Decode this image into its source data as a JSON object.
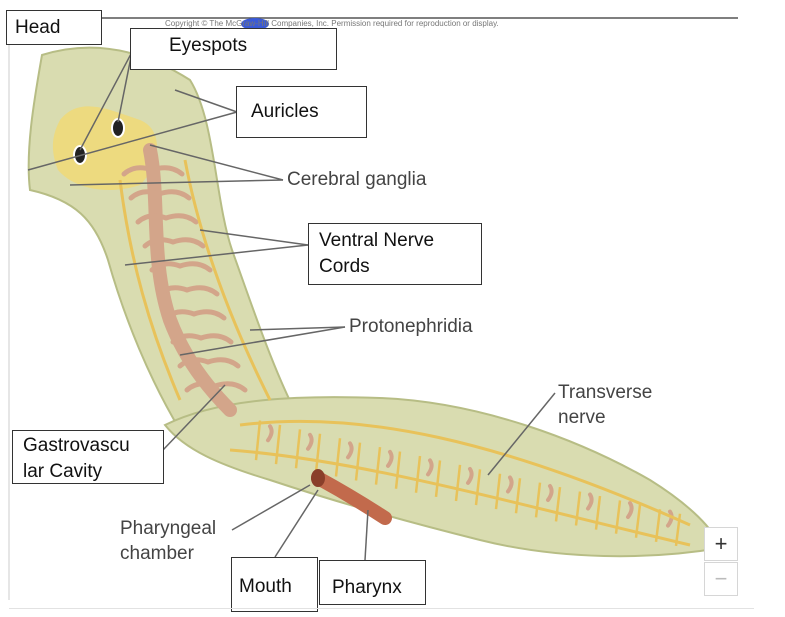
{
  "copyright": "Copyright © The McGraw-Hill Companies, Inc. Permission required for reproduction or display.",
  "labels": {
    "head": "Head",
    "eyespots": "Eyespots",
    "auricles": "Auricles",
    "cerebral_ganglia": "Cerebral ganglia",
    "ventral_nerve_cords_1": "Ventral Nerve",
    "ventral_nerve_cords_2": "Cords",
    "protonephridia": "Protonephridia",
    "transverse_nerve_1": "Transverse",
    "transverse_nerve_2": "nerve",
    "gastrovascular_1": "Gastrovascu",
    "gastrovascular_2": "lar Cavity",
    "pharyngeal_1": "Pharyngeal",
    "pharyngeal_2": "chamber",
    "mouth": "Mouth",
    "pharynx": "Pharynx"
  },
  "controls": {
    "zoom_in": "+",
    "zoom_out": "−"
  },
  "colors": {
    "body": "#d9dcb0",
    "body_edge": "#b7bd85",
    "ganglia": "#f0d977",
    "gut": "#d3a58a",
    "nerve": "#e8c25a",
    "pharynx": "#c26a4c"
  }
}
